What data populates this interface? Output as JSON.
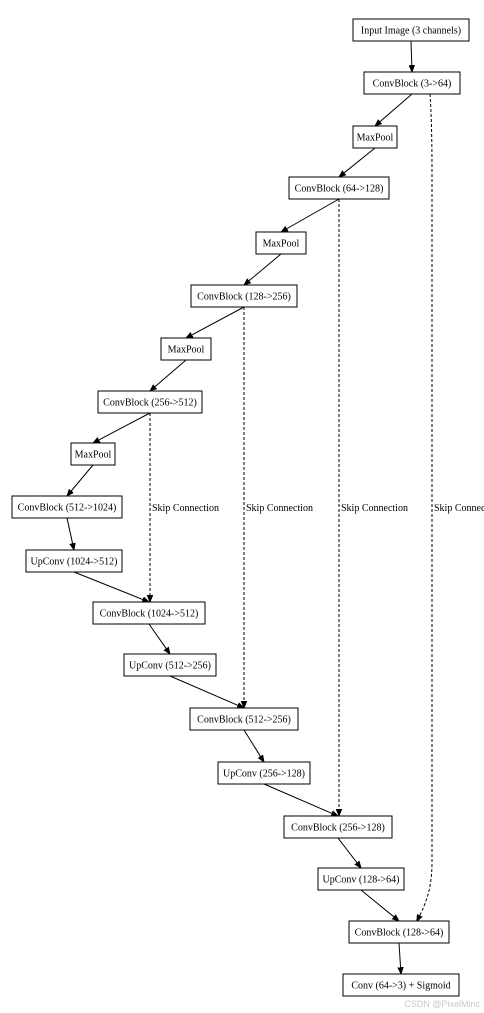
{
  "nodes": [
    {
      "id": "input",
      "label": "Input Image (3 channels)"
    },
    {
      "id": "enc1",
      "label": "ConvBlock (3->64)"
    },
    {
      "id": "pool1",
      "label": "MaxPool"
    },
    {
      "id": "enc2",
      "label": "ConvBlock (64->128)"
    },
    {
      "id": "pool2",
      "label": "MaxPool"
    },
    {
      "id": "enc3",
      "label": "ConvBlock (128->256)"
    },
    {
      "id": "pool3",
      "label": "MaxPool"
    },
    {
      "id": "enc4",
      "label": "ConvBlock (256->512)"
    },
    {
      "id": "pool4",
      "label": "MaxPool"
    },
    {
      "id": "bottleneck",
      "label": "ConvBlock (512->1024)"
    },
    {
      "id": "up4",
      "label": "UpConv (1024->512)"
    },
    {
      "id": "dec4",
      "label": "ConvBlock (1024->512)"
    },
    {
      "id": "up3",
      "label": "UpConv (512->256)"
    },
    {
      "id": "dec3",
      "label": "ConvBlock (512->256)"
    },
    {
      "id": "up2",
      "label": "UpConv (256->128)"
    },
    {
      "id": "dec2",
      "label": "ConvBlock (256->128)"
    },
    {
      "id": "up1",
      "label": "UpConv (128->64)"
    },
    {
      "id": "dec1",
      "label": "ConvBlock (128->64)"
    },
    {
      "id": "final",
      "label": "Conv (64->3) + Sigmoid"
    }
  ],
  "edges": [
    {
      "from": "input",
      "to": "enc1"
    },
    {
      "from": "enc1",
      "to": "pool1"
    },
    {
      "from": "pool1",
      "to": "enc2"
    },
    {
      "from": "enc2",
      "to": "pool2"
    },
    {
      "from": "pool2",
      "to": "enc3"
    },
    {
      "from": "enc3",
      "to": "pool3"
    },
    {
      "from": "pool3",
      "to": "enc4"
    },
    {
      "from": "enc4",
      "to": "pool4"
    },
    {
      "from": "pool4",
      "to": "bottleneck"
    },
    {
      "from": "bottleneck",
      "to": "up4"
    },
    {
      "from": "up4",
      "to": "dec4"
    },
    {
      "from": "dec4",
      "to": "up3"
    },
    {
      "from": "up3",
      "to": "dec3"
    },
    {
      "from": "dec3",
      "to": "up2"
    },
    {
      "from": "up2",
      "to": "dec2"
    },
    {
      "from": "dec2",
      "to": "up1"
    },
    {
      "from": "up1",
      "to": "dec1"
    },
    {
      "from": "dec1",
      "to": "final"
    }
  ],
  "skip_edges": [
    {
      "from": "enc4",
      "to": "dec4",
      "label": "Skip Connection"
    },
    {
      "from": "enc3",
      "to": "dec3",
      "label": "Skip Connection"
    },
    {
      "from": "enc2",
      "to": "dec2",
      "label": "Skip Connection"
    },
    {
      "from": "enc1",
      "to": "dec1",
      "label": "Skip Connection"
    }
  ],
  "watermark": "CSDN @PixelMinc"
}
